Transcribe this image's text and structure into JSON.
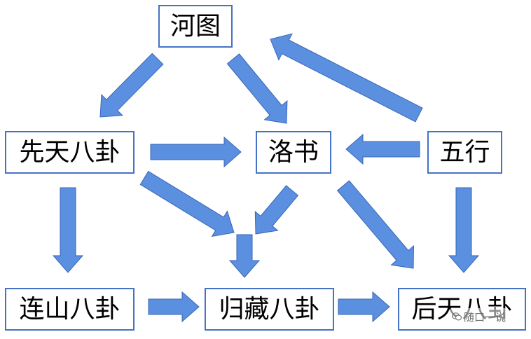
{
  "nodes": {
    "hetu": "河图",
    "xiantian": "先天八卦",
    "luoshu": "洛书",
    "wuxing": "五行",
    "lianshan": "连山八卦",
    "guicang": "归藏八卦",
    "houtian": "后天八卦"
  },
  "edges": [
    {
      "from": "hetu",
      "to": "xiantian"
    },
    {
      "from": "hetu",
      "to": "luoshu"
    },
    {
      "from": "wuxing",
      "to": "hetu"
    },
    {
      "from": "xiantian",
      "to": "luoshu"
    },
    {
      "from": "wuxing",
      "to": "luoshu"
    },
    {
      "from": "xiantian",
      "to": "lianshan"
    },
    {
      "from": "xiantian",
      "to": "guicang"
    },
    {
      "from": "luoshu",
      "to": "guicang"
    },
    {
      "from": "luoshu",
      "to": "houtian"
    },
    {
      "from": "wuxing",
      "to": "houtian"
    },
    {
      "from": "lianshan",
      "to": "guicang"
    },
    {
      "from": "guicang",
      "to": "houtian"
    }
  ],
  "colors": {
    "arrow_fill": "#5b8fe0",
    "arrow_stroke": "#3a66b8",
    "node_border": "#4472c4"
  },
  "watermark": {
    "text": "随口一说",
    "icon": "wechat-icon"
  }
}
